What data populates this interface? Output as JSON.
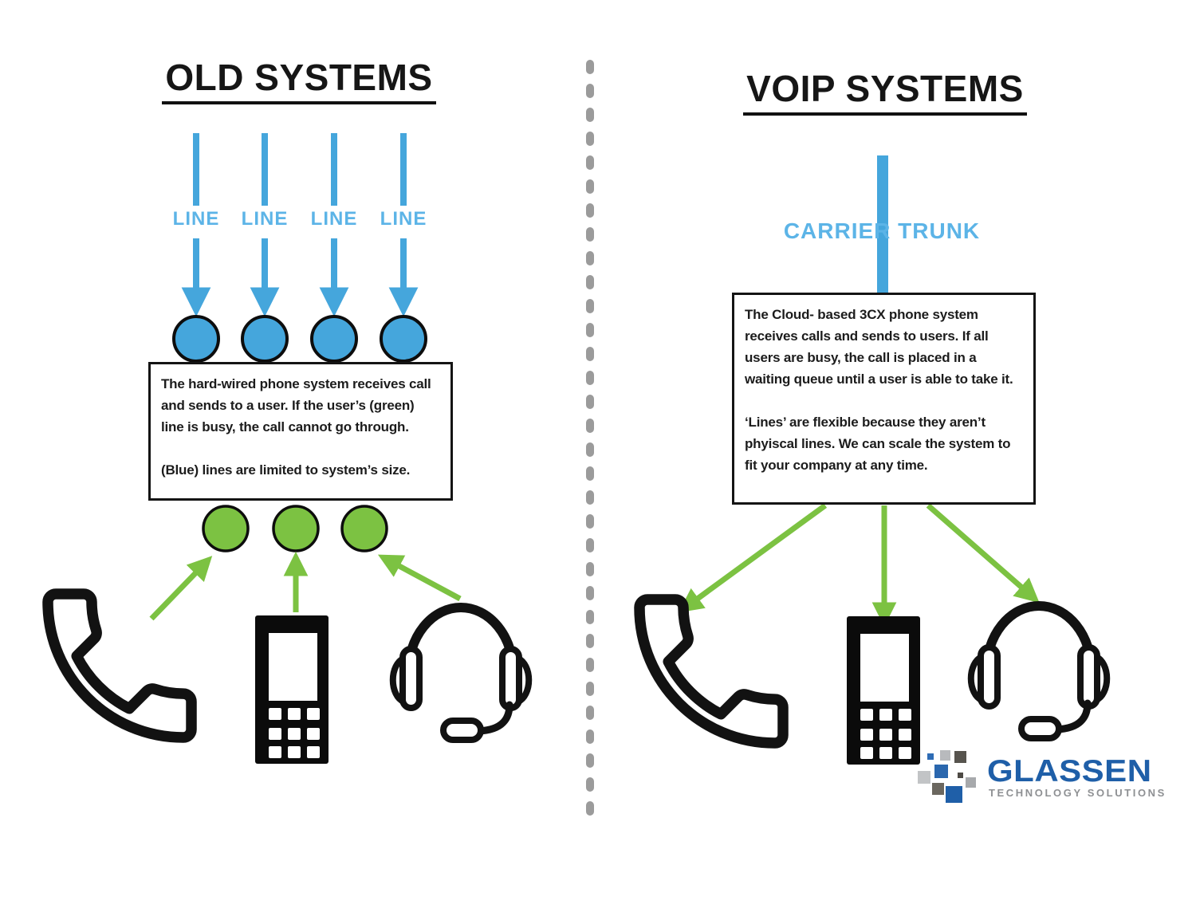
{
  "left": {
    "title": "OLD SYSTEMS",
    "line_labels": [
      "LINE",
      "LINE",
      "LINE",
      "LINE"
    ],
    "box": {
      "p1": "The hard-wired phone system receives call and sends to a user. If the user’s (green) line is busy, the call cannot go through.",
      "p2": "(Blue) lines are limited to system’s size."
    }
  },
  "right": {
    "title": "VOIP SYSTEMS",
    "trunk_label": "CARRIER TRUNK",
    "box": {
      "p1": "The Cloud- based 3CX phone system receives calls and sends to users. If all users are busy, the call is placed in a waiting queue until a user is able to take it.",
      "p2": "‘Lines’ are flexible because they aren’t phyiscal lines. We can scale the system to fit your company at any time."
    }
  },
  "logo": {
    "name": "GLASSEN",
    "tagline": "TECHNOLOGY SOLUTIONS"
  },
  "icons": [
    "handset-icon",
    "mobile-phone-icon",
    "headset-icon"
  ],
  "colors": {
    "line_blue": "#45a6dc",
    "label_blue": "#5cb4e7",
    "green": "#7cc242",
    "divider_gray": "#9b9b9b",
    "logo_blue": "#1f5fa8",
    "logo_gray": "#8e9093",
    "ink": "#141414"
  }
}
